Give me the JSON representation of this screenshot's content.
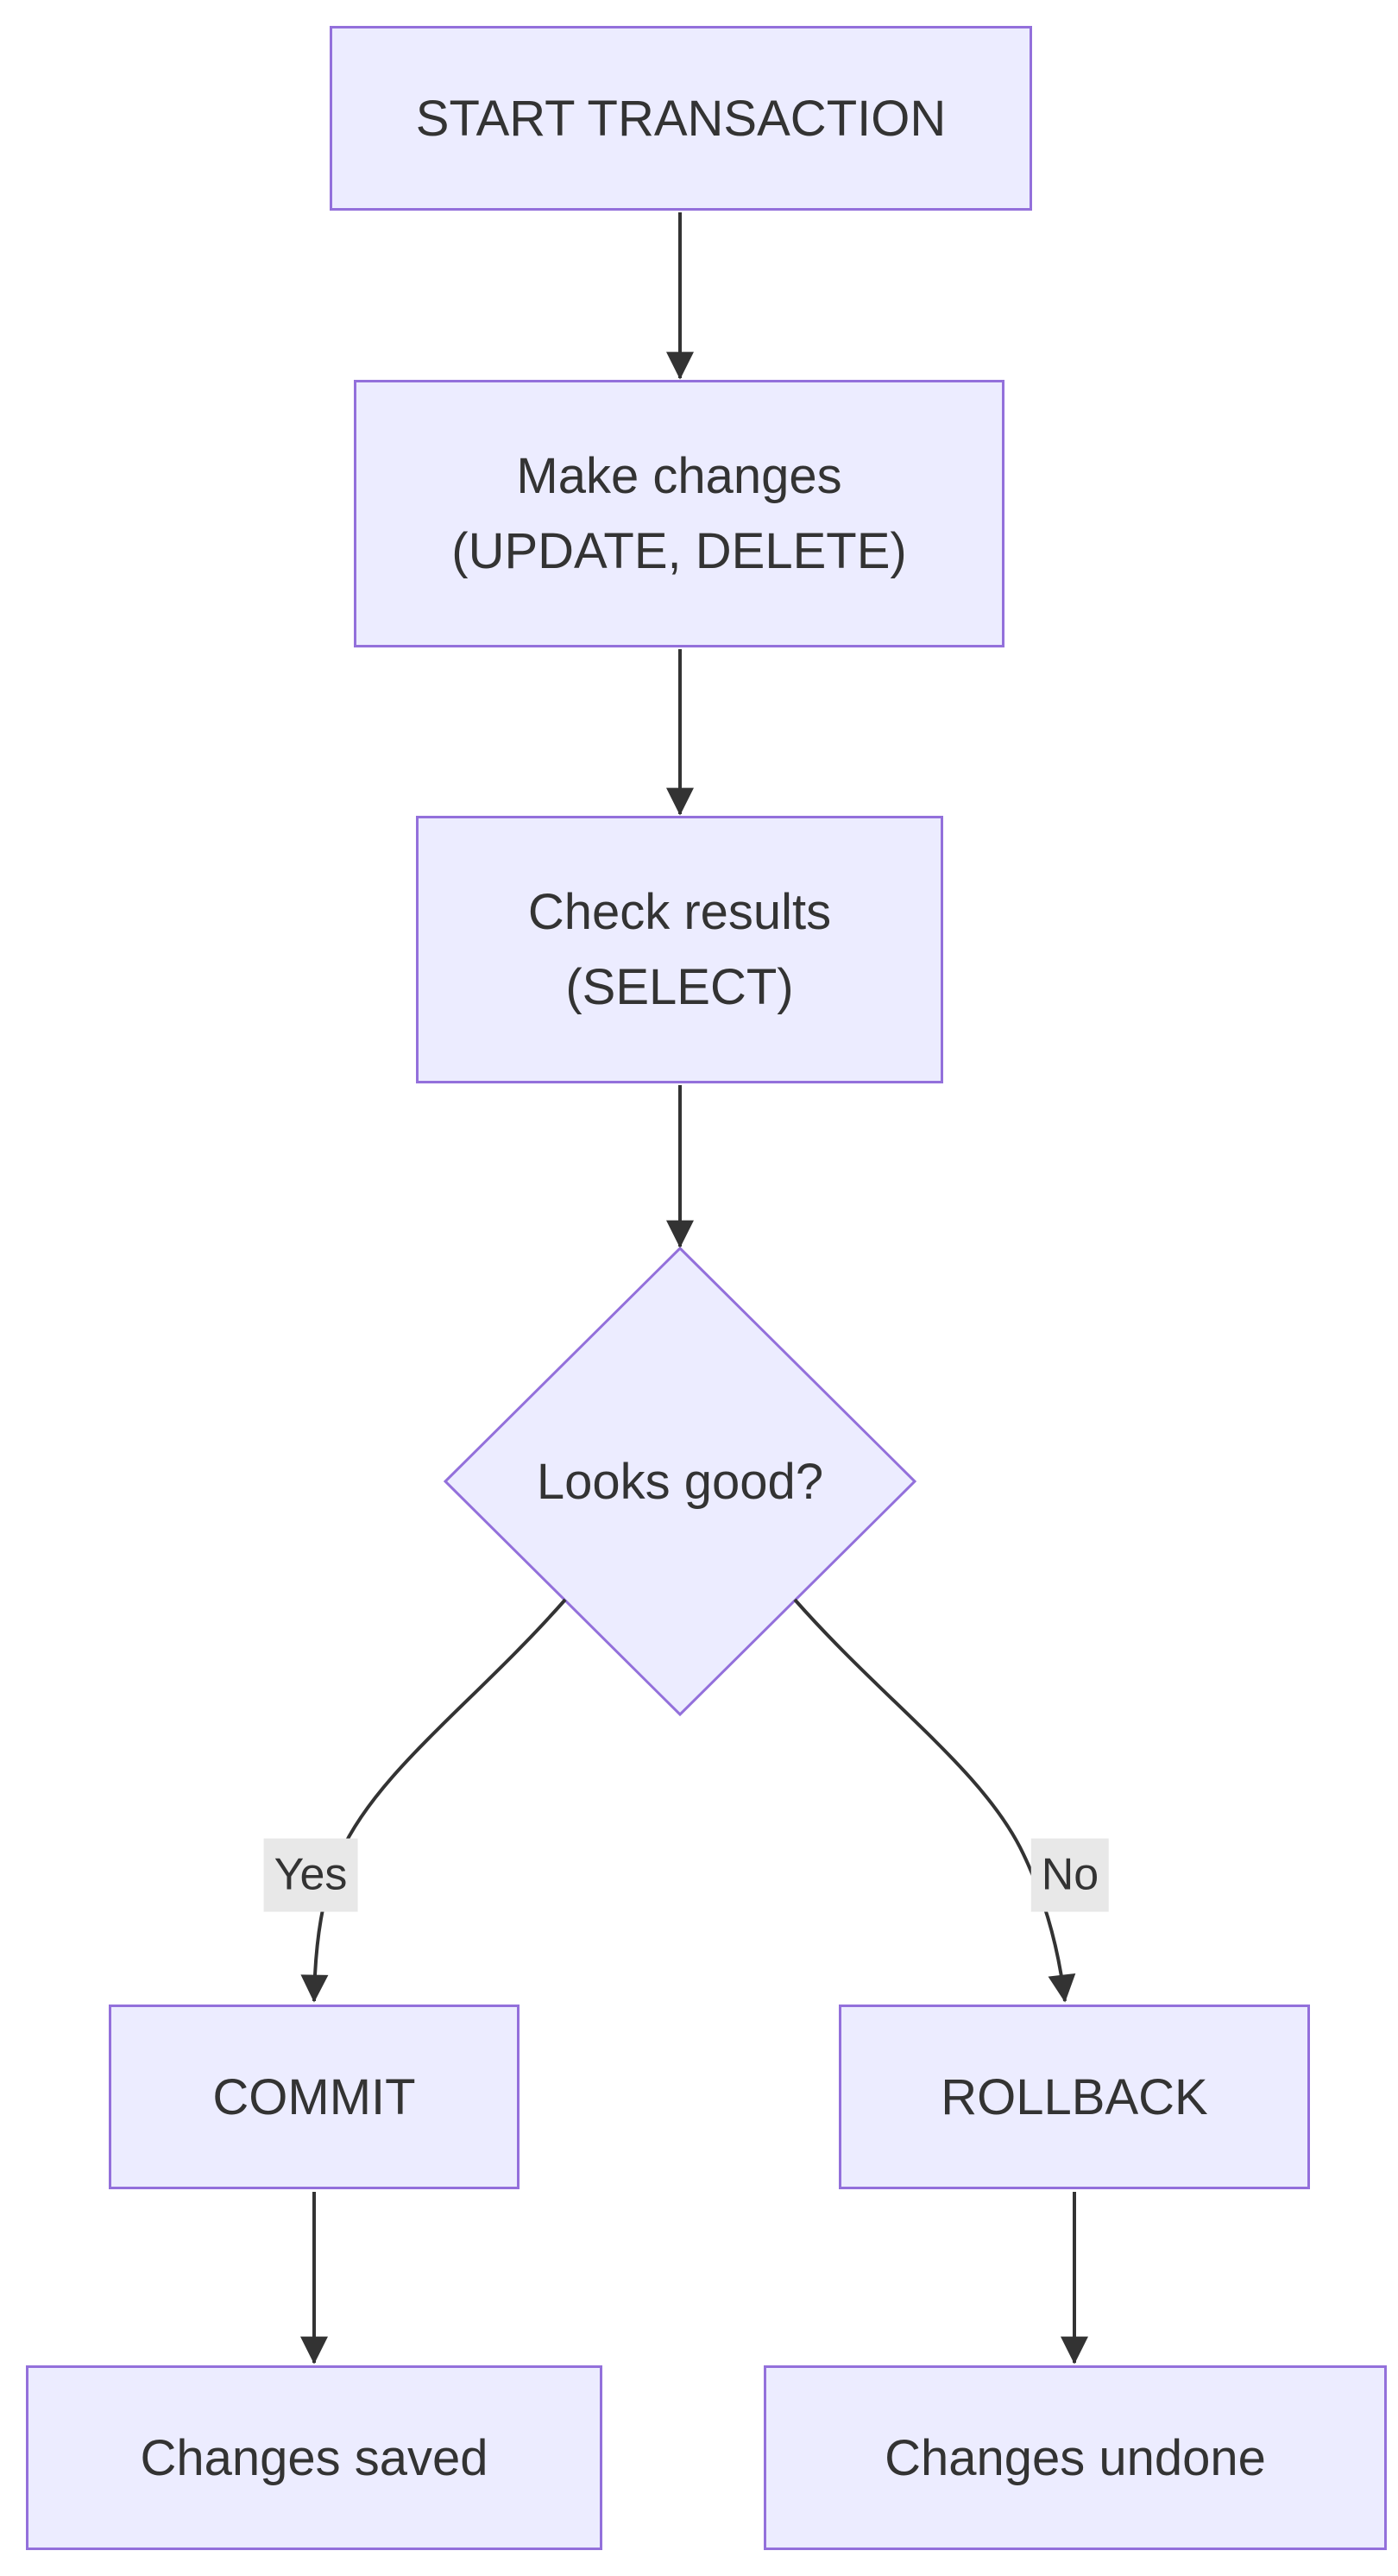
{
  "diagram": {
    "type": "flowchart",
    "direction": "top-down",
    "colors": {
      "background": "#FFFFFF",
      "node_fill": "#ECECFF",
      "node_border": "#9370DB",
      "text_color": "#333333",
      "edge_color": "#333333",
      "edge_label_bg": "#E8E8E8"
    },
    "nodes": {
      "start": {
        "label": "START TRANSACTION"
      },
      "make_changes": {
        "line1": "Make changes",
        "line2": "(UPDATE, DELETE)"
      },
      "check_results": {
        "line1": "Check results",
        "line2": "(SELECT)"
      },
      "decision": {
        "label": "Looks good?"
      },
      "commit": {
        "label": "COMMIT"
      },
      "rollback": {
        "label": "ROLLBACK"
      },
      "changes_saved": {
        "label": "Changes saved"
      },
      "changes_undone": {
        "label": "Changes undone"
      }
    },
    "edges": [
      {
        "from": "start",
        "to": "make_changes",
        "label": ""
      },
      {
        "from": "make_changes",
        "to": "check_results",
        "label": ""
      },
      {
        "from": "check_results",
        "to": "decision",
        "label": ""
      },
      {
        "from": "decision",
        "to": "commit",
        "label": "Yes"
      },
      {
        "from": "decision",
        "to": "rollback",
        "label": "No"
      },
      {
        "from": "commit",
        "to": "changes_saved",
        "label": ""
      },
      {
        "from": "rollback",
        "to": "changes_undone",
        "label": ""
      }
    ]
  }
}
